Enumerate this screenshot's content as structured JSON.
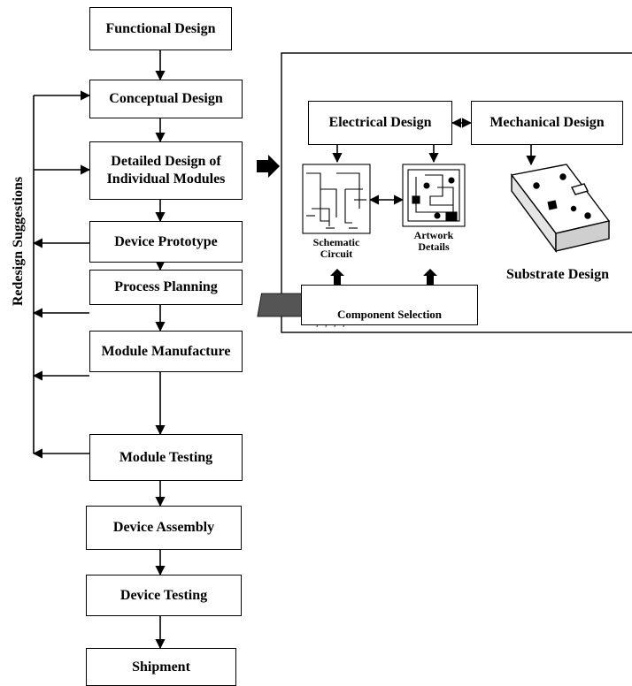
{
  "flow": {
    "functional_design": "Functional Design",
    "conceptual_design": "Conceptual Design",
    "detailed_design_line1": "Detailed Design of",
    "detailed_design_line2": "Individual Modules",
    "device_prototype": "Device Prototype",
    "process_planning": "Process Planning",
    "module_manufacture": "Module Manufacture",
    "module_testing": "Module Testing",
    "device_assembly": "Device Assembly",
    "device_testing": "Device Testing",
    "shipment": "Shipment"
  },
  "feedback_label": "Redesign Suggestions",
  "detail_panel": {
    "electrical_design": "Electrical Design",
    "mechanical_design": "Mechanical Design",
    "schematic_line1": "Schematic",
    "schematic_line2": "Circuit",
    "artwork_line1": "Artwork",
    "artwork_line2": "Details",
    "substrate_design": "Substrate Design",
    "component_selection": "Component Selection"
  }
}
